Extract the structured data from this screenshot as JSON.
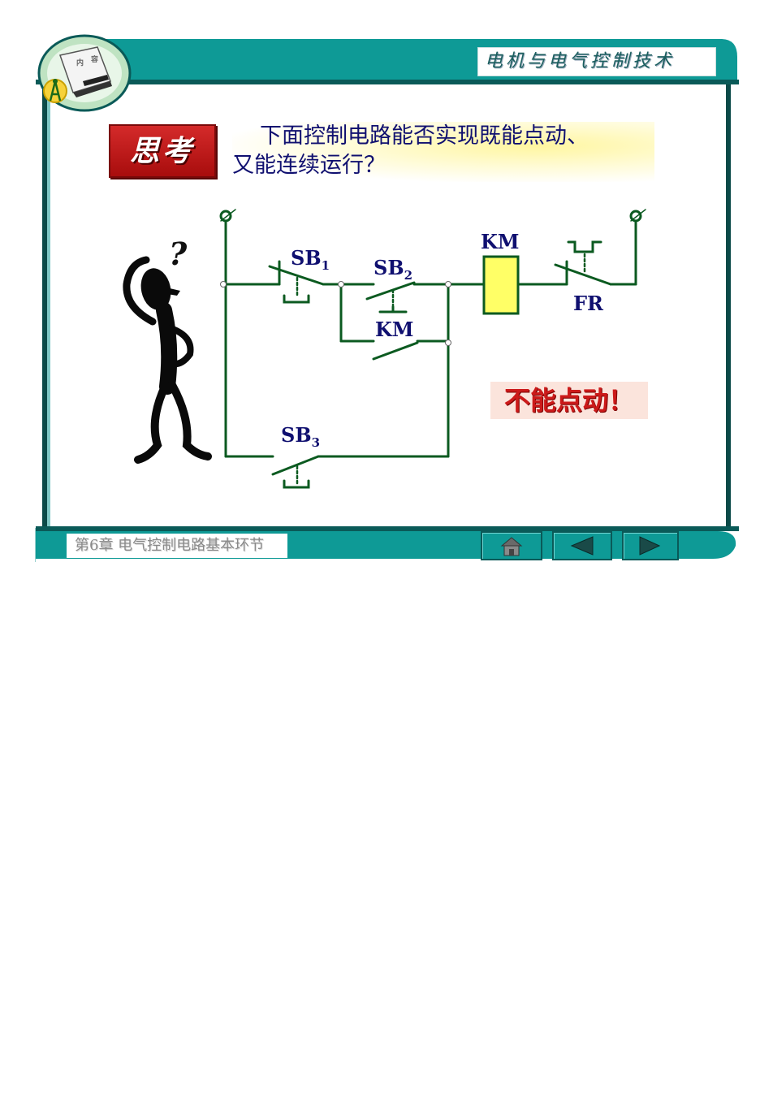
{
  "header": {
    "course_title": "电机与电气控制技术",
    "logo_label_1": "内",
    "logo_label_2": "容"
  },
  "content": {
    "badge": "思考",
    "question_line1": "下面控制电路能否实现既能点动、",
    "question_line2": "又能连续运行？",
    "answer": "不能点动！",
    "thinking_mark": "?"
  },
  "circuit": {
    "sb1_label": "SB",
    "sb1_sub": "1",
    "sb2_label": "SB",
    "sb2_sub": "2",
    "sb3_label": "SB",
    "sb3_sub": "3",
    "km_coil_label": "KM",
    "km_contact_label": "KM",
    "fr_label": "FR"
  },
  "footer": {
    "chapter": "第6章   电气控制电路基本环节",
    "nav": [
      "home",
      "previous",
      "next"
    ]
  },
  "colors": {
    "teal": "#0e9a96",
    "wire": "#0b5a20",
    "label_navy": "#101070",
    "coil_fill": "#ffff66",
    "answer_red": "#cc1a1a"
  }
}
